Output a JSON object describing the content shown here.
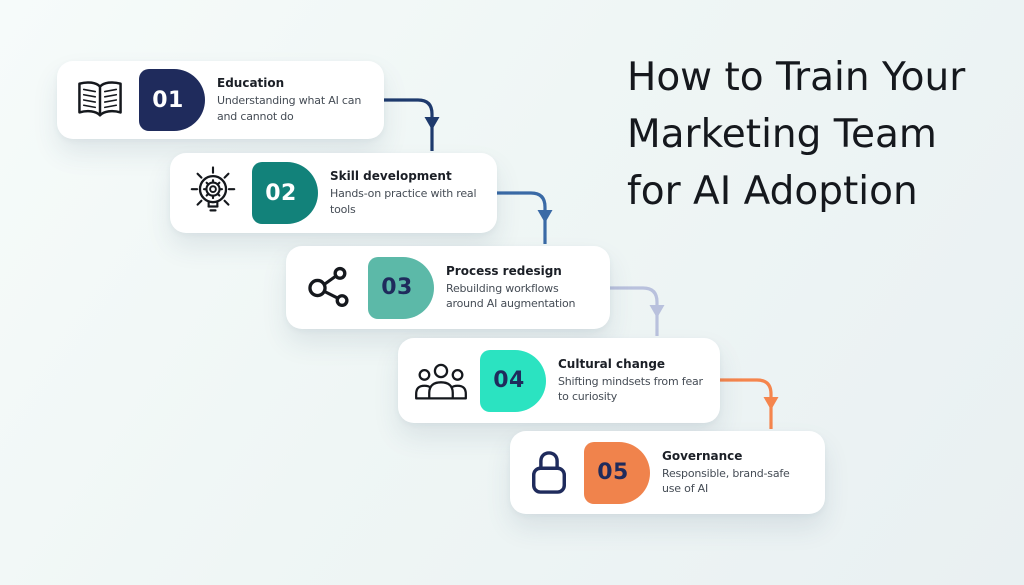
{
  "title": {
    "full": "How to Train Your Marketing Team for AI Adoption",
    "lines": [
      "How to Train Your",
      "Marketing Team",
      "for AI Adoption"
    ]
  },
  "steps": [
    {
      "number": "01",
      "title": "Education",
      "description": "Understanding what AI can and cannot do",
      "badge_color": "#1f2b5c",
      "number_color": "#ffffff",
      "icon": "open-book-icon",
      "icon_color": "#15181d"
    },
    {
      "number": "02",
      "title": "Skill development",
      "description": "Hands-on practice with real tools",
      "badge_color": "#12827a",
      "number_color": "#ffffff",
      "icon": "lightbulb-gear-icon",
      "icon_color": "#15181d"
    },
    {
      "number": "03",
      "title": "Process redesign",
      "description": "Rebuilding workflows around AI augmentation",
      "badge_color": "#5cb9a8",
      "number_color": "#1f2b5c",
      "icon": "share-nodes-icon",
      "icon_color": "#15181d"
    },
    {
      "number": "04",
      "title": "Cultural change",
      "description": "Shifting mindsets from fear to curiosity",
      "badge_color": "#2be3c1",
      "number_color": "#1f2b5c",
      "icon": "people-group-icon",
      "icon_color": "#15181d"
    },
    {
      "number": "05",
      "title": "Governance",
      "description": "Responsible, brand-safe use of AI",
      "badge_color": "#f0834c",
      "number_color": "#1f2b5c",
      "icon": "lock-icon",
      "icon_color": "#1f2b5c"
    }
  ],
  "connectors": [
    {
      "from": "step-01",
      "to": "step-02",
      "color": "#1e3a6d"
    },
    {
      "from": "step-02",
      "to": "step-03",
      "color": "#3a6aa6"
    },
    {
      "from": "step-03",
      "to": "step-04",
      "color": "#b9c1dd"
    },
    {
      "from": "step-04",
      "to": "step-05",
      "color": "#f5854d"
    }
  ],
  "background": {
    "gradient_start": "#f6fbfa",
    "gradient_end": "#e9f0f2"
  }
}
